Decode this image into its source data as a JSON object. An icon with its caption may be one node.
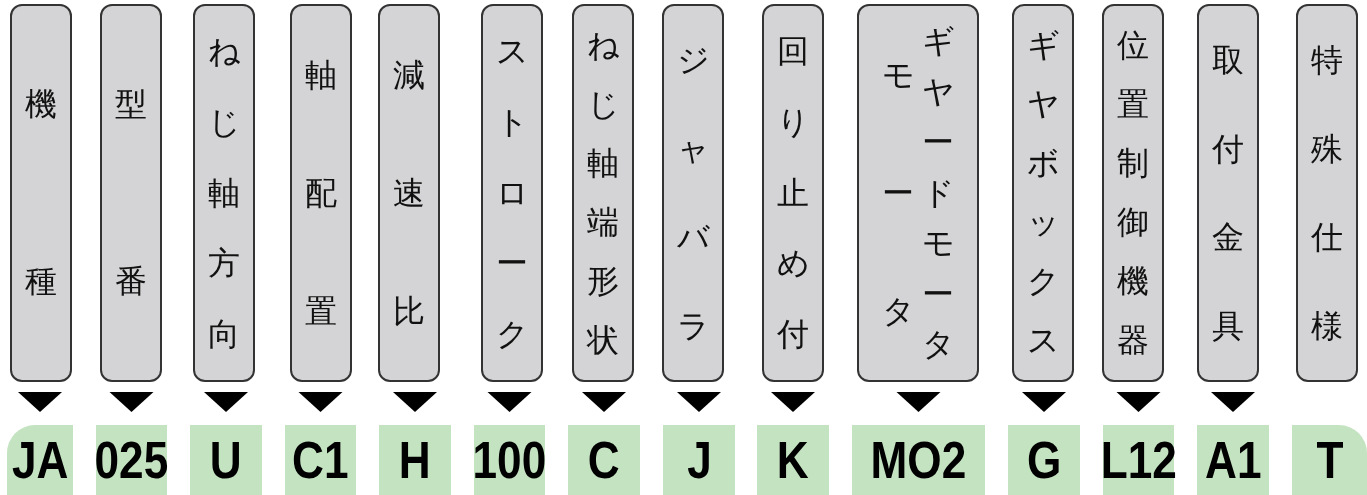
{
  "diagram": {
    "nodes": [
      {
        "text": [
          "機種"
        ]
      },
      {
        "text": [
          "型番"
        ]
      },
      {
        "text": [
          "ねじ軸方向"
        ]
      },
      {
        "text": [
          "軸配置"
        ]
      },
      {
        "text": [
          "減速比"
        ]
      },
      {
        "text": [
          "ストローク"
        ]
      },
      {
        "text": [
          "ねじ軸端形状"
        ]
      },
      {
        "text": [
          "ジャバラ"
        ]
      },
      {
        "text": [
          "回り止め付"
        ]
      },
      {
        "text": [
          "モータ",
          "ギヤードモータ"
        ]
      },
      {
        "text": [
          "ギヤボックス"
        ]
      },
      {
        "text": [
          "位置制御機器"
        ]
      },
      {
        "text": [
          "取付金具"
        ]
      },
      {
        "text": [
          "特殊仕様"
        ]
      },
      {
        "text": [
          "JA"
        ]
      },
      {
        "text": [
          "025"
        ]
      },
      {
        "text": [
          "U"
        ]
      },
      {
        "text": [
          "C1"
        ]
      },
      {
        "text": [
          "H"
        ]
      },
      {
        "text": [
          "100"
        ]
      },
      {
        "text": [
          "C"
        ]
      },
      {
        "text": [
          "J"
        ]
      },
      {
        "text": [
          "K"
        ]
      },
      {
        "text": [
          "MO2"
        ]
      },
      {
        "text": [
          "G"
        ]
      },
      {
        "text": [
          "L12"
        ]
      },
      {
        "text": [
          "A1"
        ]
      },
      {
        "text": [
          "T"
        ]
      }
    ],
    "edges": [
      {
        "from": 0,
        "to": 14,
        "arrow": "to"
      },
      {
        "from": 1,
        "to": 15,
        "arrow": "to"
      },
      {
        "from": 2,
        "to": 16,
        "arrow": "to"
      },
      {
        "from": 3,
        "to": 17,
        "arrow": "to"
      },
      {
        "from": 4,
        "to": 18,
        "arrow": "to"
      },
      {
        "from": 5,
        "to": 19,
        "arrow": "to"
      },
      {
        "from": 6,
        "to": 20,
        "arrow": "to"
      },
      {
        "from": 7,
        "to": 21,
        "arrow": "to"
      },
      {
        "from": 8,
        "to": 22,
        "arrow": "to"
      },
      {
        "from": 9,
        "to": 23,
        "arrow": "to"
      },
      {
        "from": 10,
        "to": 24,
        "arrow": "to"
      },
      {
        "from": 11,
        "to": 25,
        "arrow": "to"
      },
      {
        "from": 12,
        "to": 26,
        "arrow": "to"
      }
    ]
  }
}
